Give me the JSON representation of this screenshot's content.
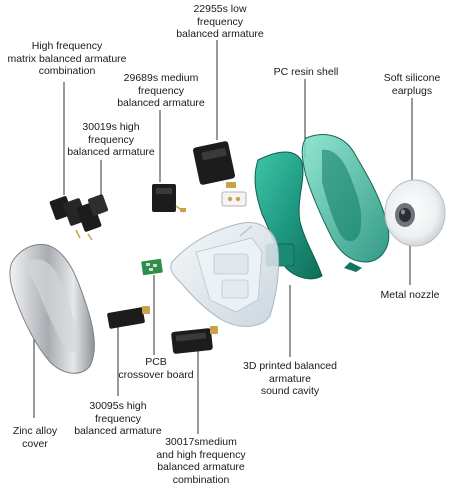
{
  "labels": {
    "low_freq": "22955s low\nfrequency\nbalanced armature",
    "matrix": "High frequency\nmatrix balanced armature\ncombination",
    "pc_shell": "PC resin shell",
    "earplugs": "Soft silicone\nearplugs",
    "medium_29689": "29689s medium\nfrequency\nbalanced armature",
    "high_30019": "30019s high\nfrequency\nbalanced armature",
    "metal_nozzle": "Metal nozzle",
    "pcb": "PCB\ncrossover board",
    "cavity": "3D printed balanced\narmature\nsound cavity",
    "zinc": "Zinc alloy\ncover",
    "high_30095": "30095s high\nfrequency\nbalanced armature",
    "combo_30017": "30017smedium\nand high frequency\nbalanced armature\ncombination"
  },
  "colors": {
    "shell": "#1f9a82",
    "shell_dark": "#137560",
    "armature": "#1c1c1c",
    "cavity": "#d9e3ea",
    "metal": "#b9bcc0",
    "pcb": "#2f8f4a",
    "line": "#333333"
  }
}
